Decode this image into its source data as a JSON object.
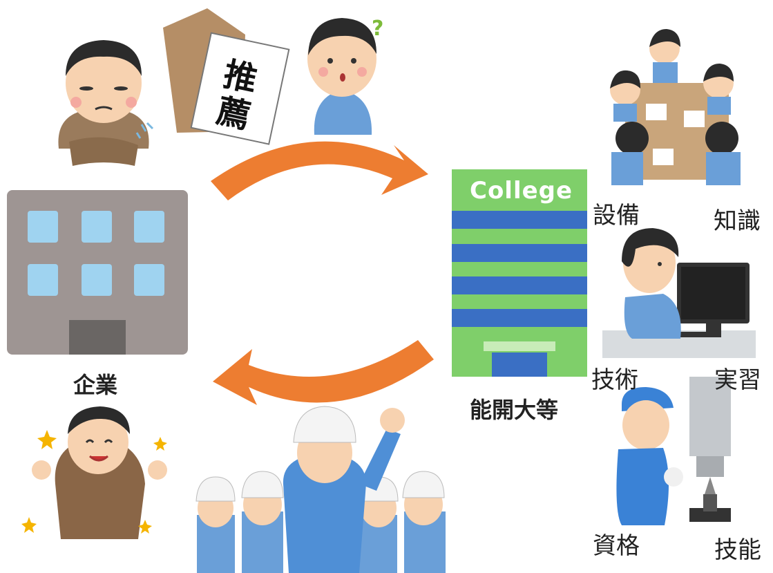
{
  "labels": {
    "company": "企業",
    "college_group": "能開大等",
    "college_sign": "College",
    "recommend_1": "推",
    "recommend_2": "薦",
    "question_mark": "?"
  },
  "skills": {
    "equipment": "設備",
    "knowledge": "知識",
    "technique": "技術",
    "practice": "実習",
    "qualification": "資格",
    "skill": "技能"
  },
  "colors": {
    "arrow": "#ed7d31",
    "building_gray": "#9e9593",
    "window_blue": "#9fd3f0",
    "college_green": "#7fcf6a",
    "college_blue": "#3a6fc4",
    "uniform_blue": "#6a9fd8"
  }
}
